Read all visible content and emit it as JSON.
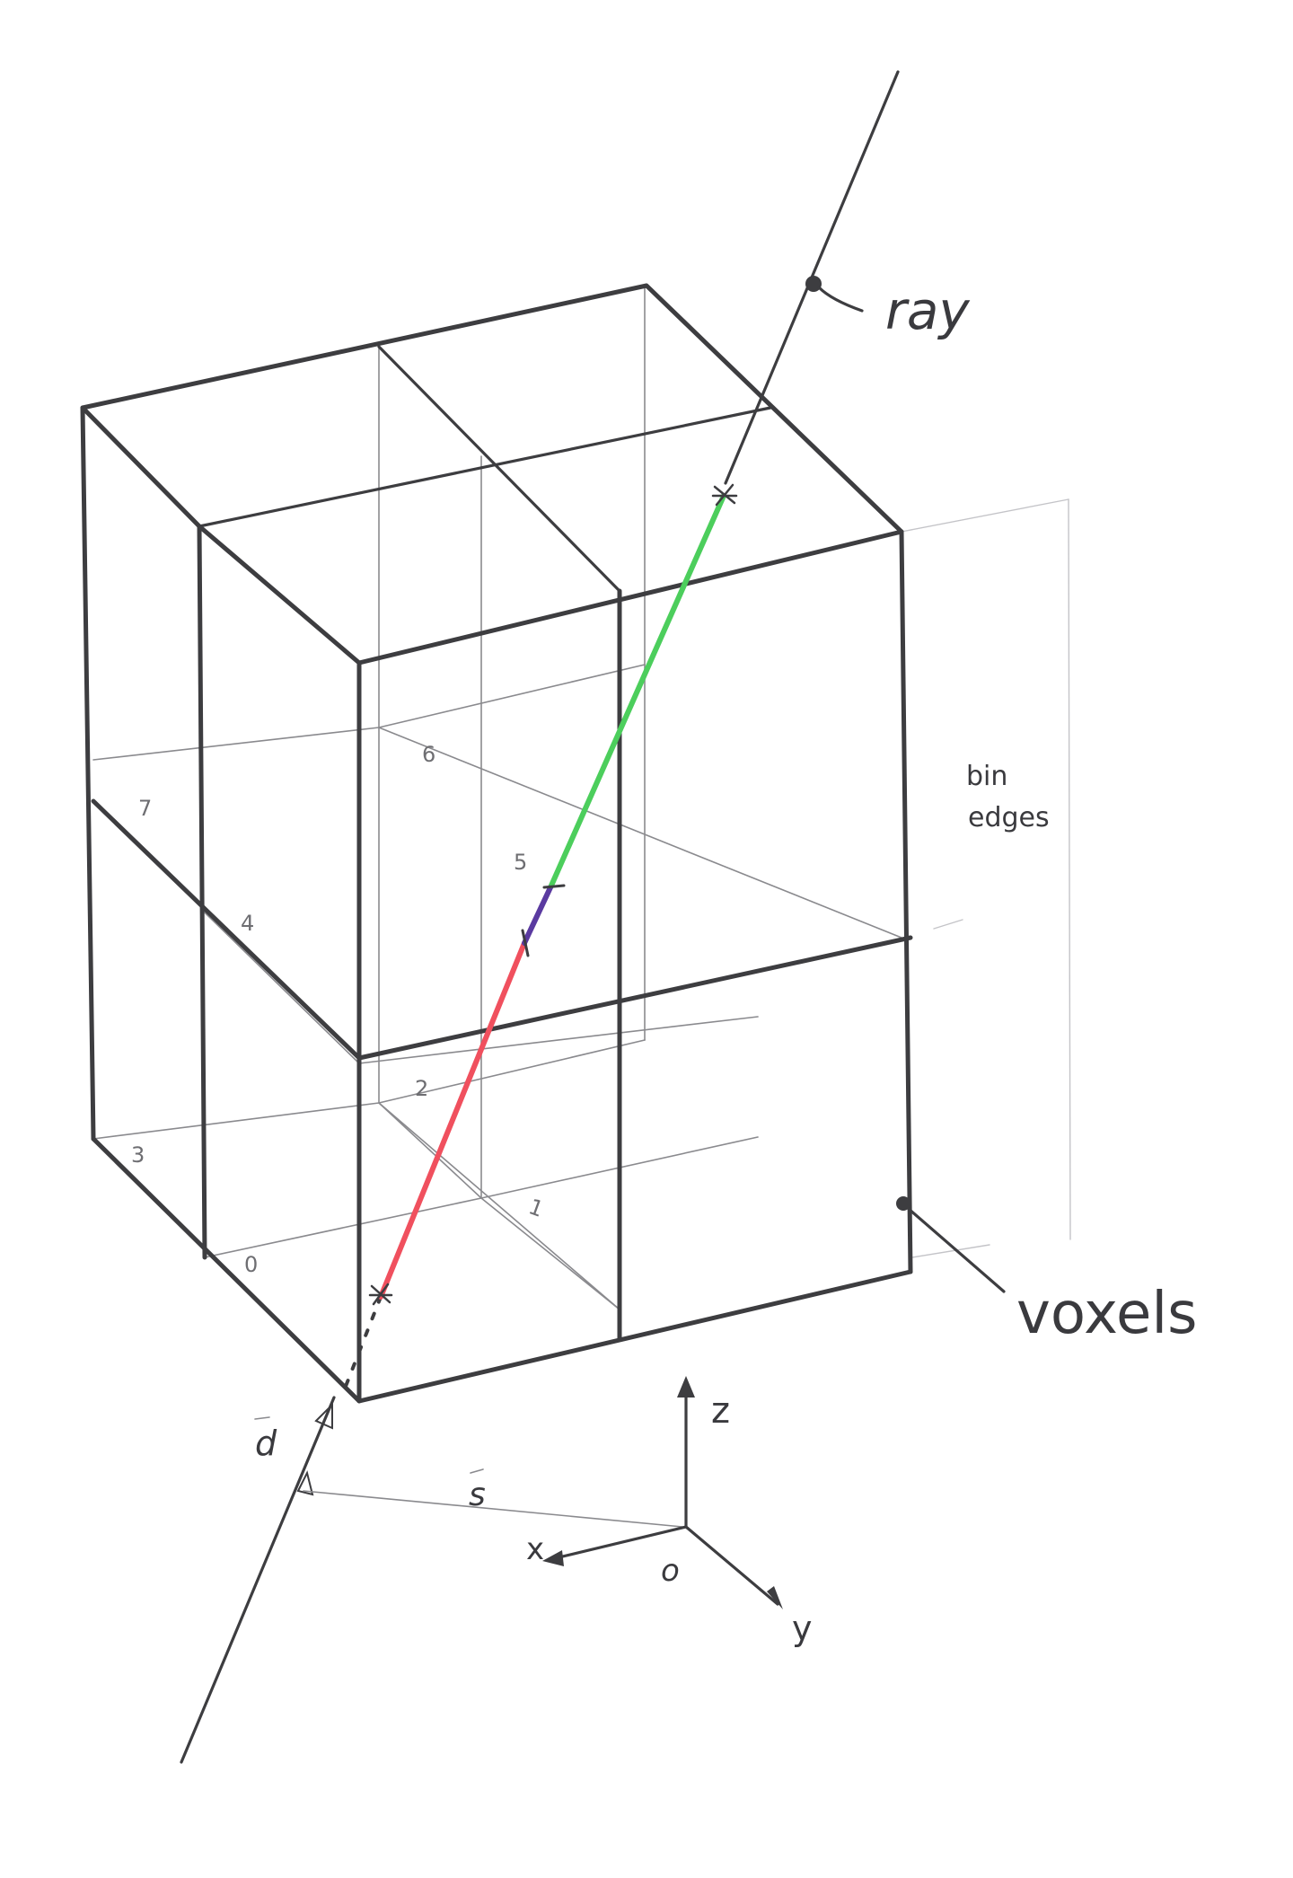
{
  "labels": {
    "ray": "ray",
    "bin_edges_line1": "bin",
    "bin_edges_line2": "edges",
    "voxels": "voxels",
    "direction": "d",
    "start": "s",
    "axis_x": "x",
    "axis_y": "y",
    "axis_z": "z",
    "origin": "o"
  },
  "voxel_numbers": [
    "0",
    "1",
    "2",
    "3",
    "4",
    "5",
    "6",
    "7"
  ],
  "colors": {
    "pencil": "#3d3d40",
    "segment_red": "#f0505e",
    "segment_purple": "#5a3aa0",
    "segment_green": "#4cce5c"
  }
}
